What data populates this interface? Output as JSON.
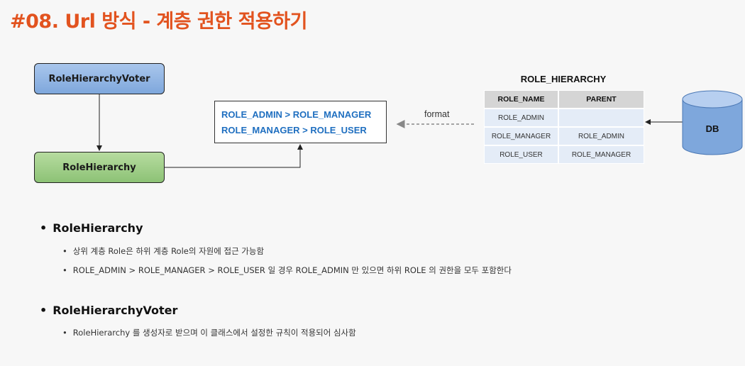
{
  "title": "#08. Url 방식 - 계층 권한 적용하기",
  "diagram": {
    "voter_box": "RoleHierarchyVoter",
    "hierarchy_box": "RoleHierarchy",
    "rules": [
      "ROLE_ADMIN > ROLE_MANAGER",
      "ROLE_MANAGER > ROLE_USER"
    ],
    "format_label": "format",
    "table": {
      "title": "ROLE_HIERARCHY",
      "headers": [
        "ROLE_NAME",
        "PARENT"
      ],
      "rows": [
        [
          "ROLE_ADMIN",
          ""
        ],
        [
          "ROLE_MANAGER",
          "ROLE_ADMIN"
        ],
        [
          "ROLE_USER",
          "ROLE_MANAGER"
        ]
      ]
    },
    "db_label": "DB",
    "colors": {
      "title": "#e2531f",
      "rule_text": "#1f6fc0",
      "voter_fill": "#8fb3e2",
      "hierarchy_fill": "#9fcc88",
      "db_fill": "#7ea7dc"
    }
  },
  "bullets": [
    {
      "heading": "RoleHierarchy",
      "items": [
        "상위 계층 Role은 하위 계층 Role의 자원에 접근 가능함",
        "ROLE_ADMIN > ROLE_MANAGER > ROLE_USER 일 경우 ROLE_ADMIN 만 있으면 하위 ROLE 의 권한을 모두 포함한다"
      ]
    },
    {
      "heading": "RoleHierarchyVoter",
      "items": [
        "RoleHierarchy 를 생성자로 받으며 이 클래스에서 설정한 규칙이 적용되어 심사함"
      ]
    }
  ]
}
